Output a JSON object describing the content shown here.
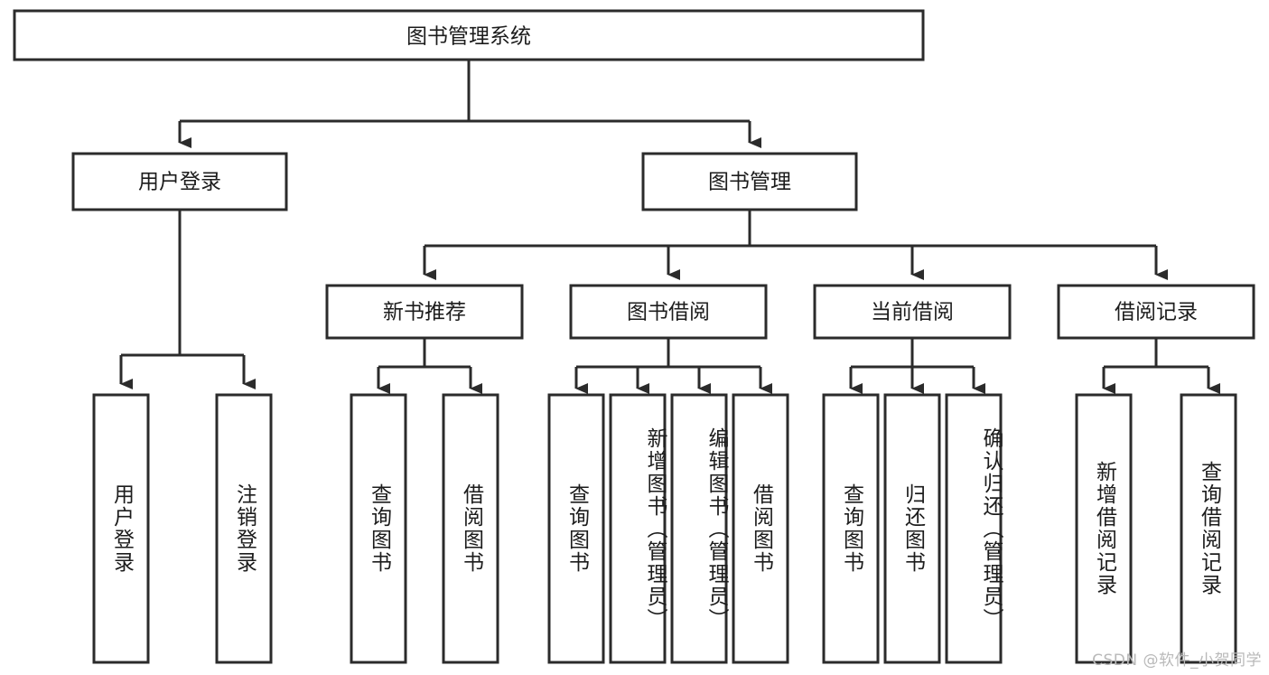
{
  "diagram": {
    "title": "图书管理系统",
    "watermark": "CSDN @软件_小贺同学",
    "colors": {
      "stroke": "#2b2b2b",
      "box_fill": "#ffffff",
      "text": "#1c1c1c",
      "background": "#ffffff",
      "watermark": "#b9b9b9"
    },
    "root": {
      "label": "图书管理系统"
    },
    "level2": [
      {
        "label": "用户登录"
      },
      {
        "label": "图书管理"
      }
    ],
    "level3": [
      {
        "label": "新书推荐"
      },
      {
        "label": "图书借阅"
      },
      {
        "label": "当前借阅"
      },
      {
        "label": "借阅记录"
      }
    ],
    "leaves": [
      {
        "label": "用户登录",
        "parent": "用户登录"
      },
      {
        "label": "注销登录",
        "parent": "用户登录"
      },
      {
        "label": "查询图书",
        "parent": "新书推荐"
      },
      {
        "label": "借阅图书",
        "parent": "新书推荐"
      },
      {
        "label": "查询图书",
        "parent": "图书借阅"
      },
      {
        "label": "新增图书（管理员）",
        "parent": "图书借阅"
      },
      {
        "label": "编辑图书（管理员）",
        "parent": "图书借阅"
      },
      {
        "label": "借阅图书",
        "parent": "图书借阅"
      },
      {
        "label": "查询图书",
        "parent": "当前借阅"
      },
      {
        "label": "归还图书",
        "parent": "当前借阅"
      },
      {
        "label": "确认归还（管理员）",
        "parent": "当前借阅"
      },
      {
        "label": "新增借阅记录",
        "parent": "借阅记录"
      },
      {
        "label": "查询借阅记录",
        "parent": "借阅记录"
      }
    ]
  }
}
